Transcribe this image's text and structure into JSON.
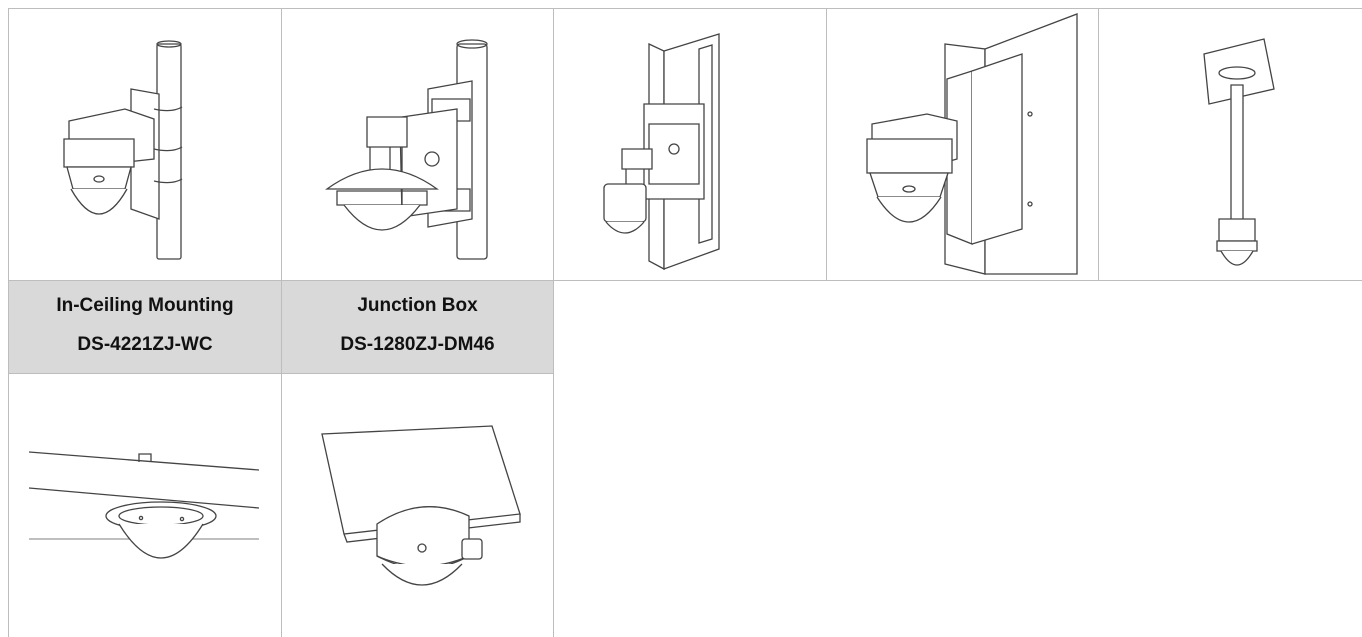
{
  "labels": [
    {
      "line1": "In-Ceiling Mounting",
      "line2": "DS-4221ZJ-WC"
    },
    {
      "line1": "Junction Box",
      "line2": "DS-1280ZJ-DM46"
    }
  ],
  "illustrations": {
    "row1": [
      "pole-mount-bracket-illustration",
      "pole-mount-junction-box-illustration",
      "corner-mount-junction-box-illustration",
      "corner-mount-bracket-illustration",
      "pendant-mount-illustration"
    ],
    "row2": [
      "in-ceiling-mount-illustration",
      "junction-box-ceiling-illustration"
    ]
  },
  "colors": {
    "label_background": "#d9d9d9",
    "grid_line": "#bdbdbd",
    "line_art": "#444444"
  }
}
